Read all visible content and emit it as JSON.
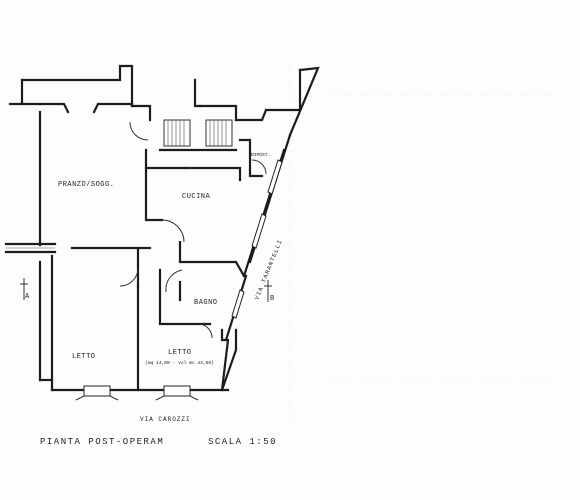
{
  "rooms": {
    "pranzo": "PRANZO/SOGG.",
    "cucina": "CUCINA",
    "ripost": "RIPOST.",
    "bagno": "BAGNO",
    "letto_left": "LETTO",
    "letto_right": "LETTO",
    "letto_note": "(mq 14,00 - vol mc 43,60)"
  },
  "streets": {
    "bottom": "VIA CAROZZI",
    "right": "VIA TARANTELLI"
  },
  "sections": {
    "left": "A",
    "right": "B"
  },
  "footer": {
    "title": "PIANTA  POST-OPERAM",
    "scale": "SCALA 1:50"
  }
}
